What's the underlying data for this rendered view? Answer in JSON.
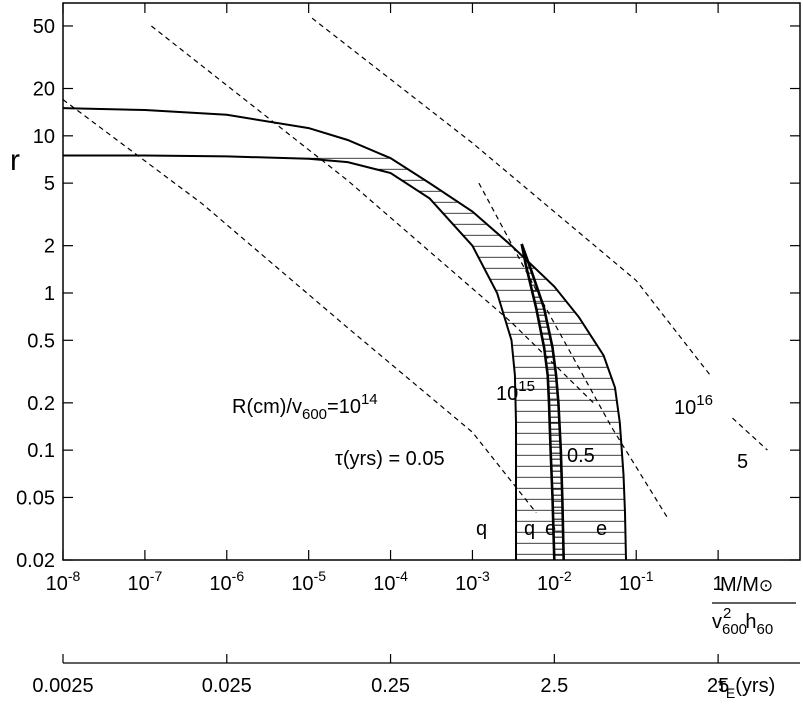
{
  "chart_data": {
    "type": "line",
    "x_scale": "log",
    "y_scale": "log",
    "xlim": [
      1e-08,
      10
    ],
    "ylim": [
      0.02,
      70
    ],
    "ylabel": "r",
    "xlabel_numerator": "M/M☉",
    "xlabel_denominator": "v600²h60",
    "x_ticks": [
      {
        "value": 1e-08,
        "label": "10-8"
      },
      {
        "value": 1e-07,
        "label": "10-7"
      },
      {
        "value": 1e-06,
        "label": "10-6"
      },
      {
        "value": 1e-05,
        "label": "10-5"
      },
      {
        "value": 0.0001,
        "label": "10-4"
      },
      {
        "value": 0.001,
        "label": "10-3"
      },
      {
        "value": 0.01,
        "label": "10-2"
      },
      {
        "value": 0.1,
        "label": "10-1"
      },
      {
        "value": 1,
        "label": "1"
      }
    ],
    "y_ticks": [
      {
        "value": 50,
        "label": "50"
      },
      {
        "value": 20,
        "label": "20"
      },
      {
        "value": 10,
        "label": "10"
      },
      {
        "value": 5,
        "label": "5"
      },
      {
        "value": 2,
        "label": "2"
      },
      {
        "value": 1,
        "label": "1"
      },
      {
        "value": 0.5,
        "label": "0.5"
      },
      {
        "value": 0.2,
        "label": "0.2"
      },
      {
        "value": 0.1,
        "label": "0.1"
      },
      {
        "value": 0.05,
        "label": "0.05"
      },
      {
        "value": 0.02,
        "label": "0.02"
      }
    ],
    "secondary_axis": {
      "label": "τE(yrs)",
      "ticks": [
        {
          "x_value": 1e-08,
          "label": "0.0025"
        },
        {
          "x_value": 1e-06,
          "label": "0.025"
        },
        {
          "x_value": 0.0001,
          "label": "0.25"
        },
        {
          "x_value": 0.01,
          "label": "2.5"
        },
        {
          "x_value": 1,
          "label": "25"
        }
      ]
    },
    "series": [
      {
        "style": "solid",
        "points": [
          [
            1e-08,
            15
          ],
          [
            1e-07,
            14.6
          ],
          [
            1e-06,
            13.6
          ],
          [
            1e-05,
            11.2
          ],
          [
            3e-05,
            9.4
          ],
          [
            0.0001,
            7.2
          ],
          [
            0.0003,
            5.0
          ],
          [
            0.001,
            3.3
          ],
          [
            0.003,
            2.0
          ],
          [
            0.01,
            1.1
          ],
          [
            0.02,
            0.7
          ],
          [
            0.04,
            0.4
          ],
          [
            0.055,
            0.25
          ],
          [
            0.063,
            0.15
          ],
          [
            0.07,
            0.07
          ],
          [
            0.073,
            0.04
          ],
          [
            0.075,
            0.02
          ]
        ]
      },
      {
        "style": "solid",
        "points": [
          [
            1e-08,
            7.5
          ],
          [
            1e-07,
            7.5
          ],
          [
            1e-06,
            7.4
          ],
          [
            1e-05,
            7.15
          ],
          [
            3e-05,
            6.8
          ],
          [
            0.0001,
            5.8
          ],
          [
            0.0003,
            4.0
          ],
          [
            0.001,
            2.0
          ],
          [
            0.002,
            1.0
          ],
          [
            0.003,
            0.5
          ],
          [
            0.0033,
            0.3
          ],
          [
            0.0034,
            0.15
          ],
          [
            0.0034,
            0.05
          ],
          [
            0.0034,
            0.02
          ]
        ]
      },
      {
        "style": "solid",
        "points": [
          [
            0.004,
            2.05
          ],
          [
            0.0045,
            1.5
          ],
          [
            0.006,
            0.8
          ],
          [
            0.0075,
            0.45
          ],
          [
            0.0083,
            0.3
          ],
          [
            0.0086,
            0.2
          ],
          [
            0.009,
            0.1
          ],
          [
            0.0095,
            0.05
          ],
          [
            0.01,
            0.02
          ]
        ]
      },
      {
        "style": "solid",
        "points": [
          [
            0.004,
            2.05
          ],
          [
            0.0052,
            1.4
          ],
          [
            0.0075,
            0.8
          ],
          [
            0.0095,
            0.45
          ],
          [
            0.0105,
            0.3
          ],
          [
            0.0112,
            0.2
          ],
          [
            0.012,
            0.1
          ],
          [
            0.0125,
            0.05
          ],
          [
            0.013,
            0.02
          ]
        ]
      },
      {
        "style": "dashed",
        "points": [
          [
            1e-08,
            17
          ],
          [
            5e-07,
            3.7
          ],
          [
            3e-05,
            0.6
          ],
          [
            0.001,
            0.13
          ],
          [
            0.006,
            0.04
          ]
        ]
      },
      {
        "style": "dashed",
        "points": [
          [
            1.2e-07,
            50
          ],
          [
            3e-05,
            5.2
          ],
          [
            0.003,
            0.65
          ],
          [
            0.03,
            0.2
          ]
        ]
      },
      {
        "style": "dashed",
        "points": [
          [
            0.0012,
            5
          ],
          [
            0.007,
            0.9
          ],
          [
            0.05,
            0.14
          ],
          [
            0.25,
            0.036
          ]
        ]
      },
      {
        "style": "dashed",
        "points": [
          [
            1.1e-05,
            56
          ],
          [
            0.001,
            9
          ],
          [
            0.1,
            1.2
          ],
          [
            0.8,
            0.3
          ]
        ]
      },
      {
        "style": "dashed",
        "points": [
          [
            1.5,
            0.16
          ],
          [
            4,
            0.1
          ]
        ]
      }
    ],
    "annotations": [
      {
        "text": "R(cm)/v600=1014"
      },
      {
        "text": "1015"
      },
      {
        "text": "1016"
      },
      {
        "text": "τ(yrs) = 0.05"
      },
      {
        "text": "0.5"
      },
      {
        "text": "5"
      },
      {
        "text": "q"
      },
      {
        "text": "q"
      },
      {
        "text": "e"
      },
      {
        "text": "e"
      }
    ]
  }
}
